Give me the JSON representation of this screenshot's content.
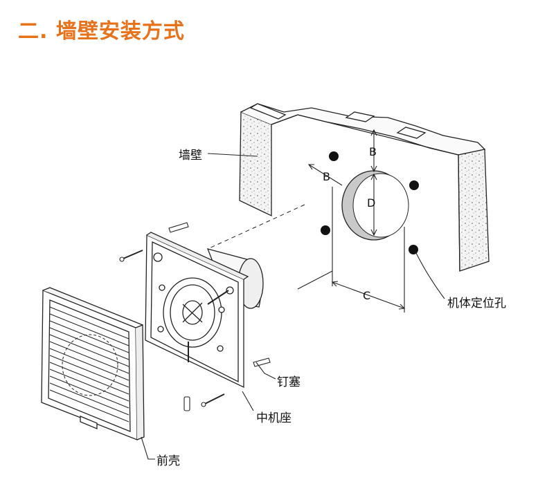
{
  "title": "二. 墙壁安装方式",
  "labels": {
    "wall": "墙壁",
    "positioning_holes": "机体定位孔",
    "wall_plug": "钉塞",
    "middle_base": "中机座",
    "front_cover": "前壳"
  },
  "dimensions": {
    "b_top": "B",
    "b_left": "B",
    "diameter": "D",
    "c": "C"
  },
  "colors": {
    "title": "#e8711c",
    "line": "#222222",
    "wall_fill": "#f2f2f2"
  }
}
